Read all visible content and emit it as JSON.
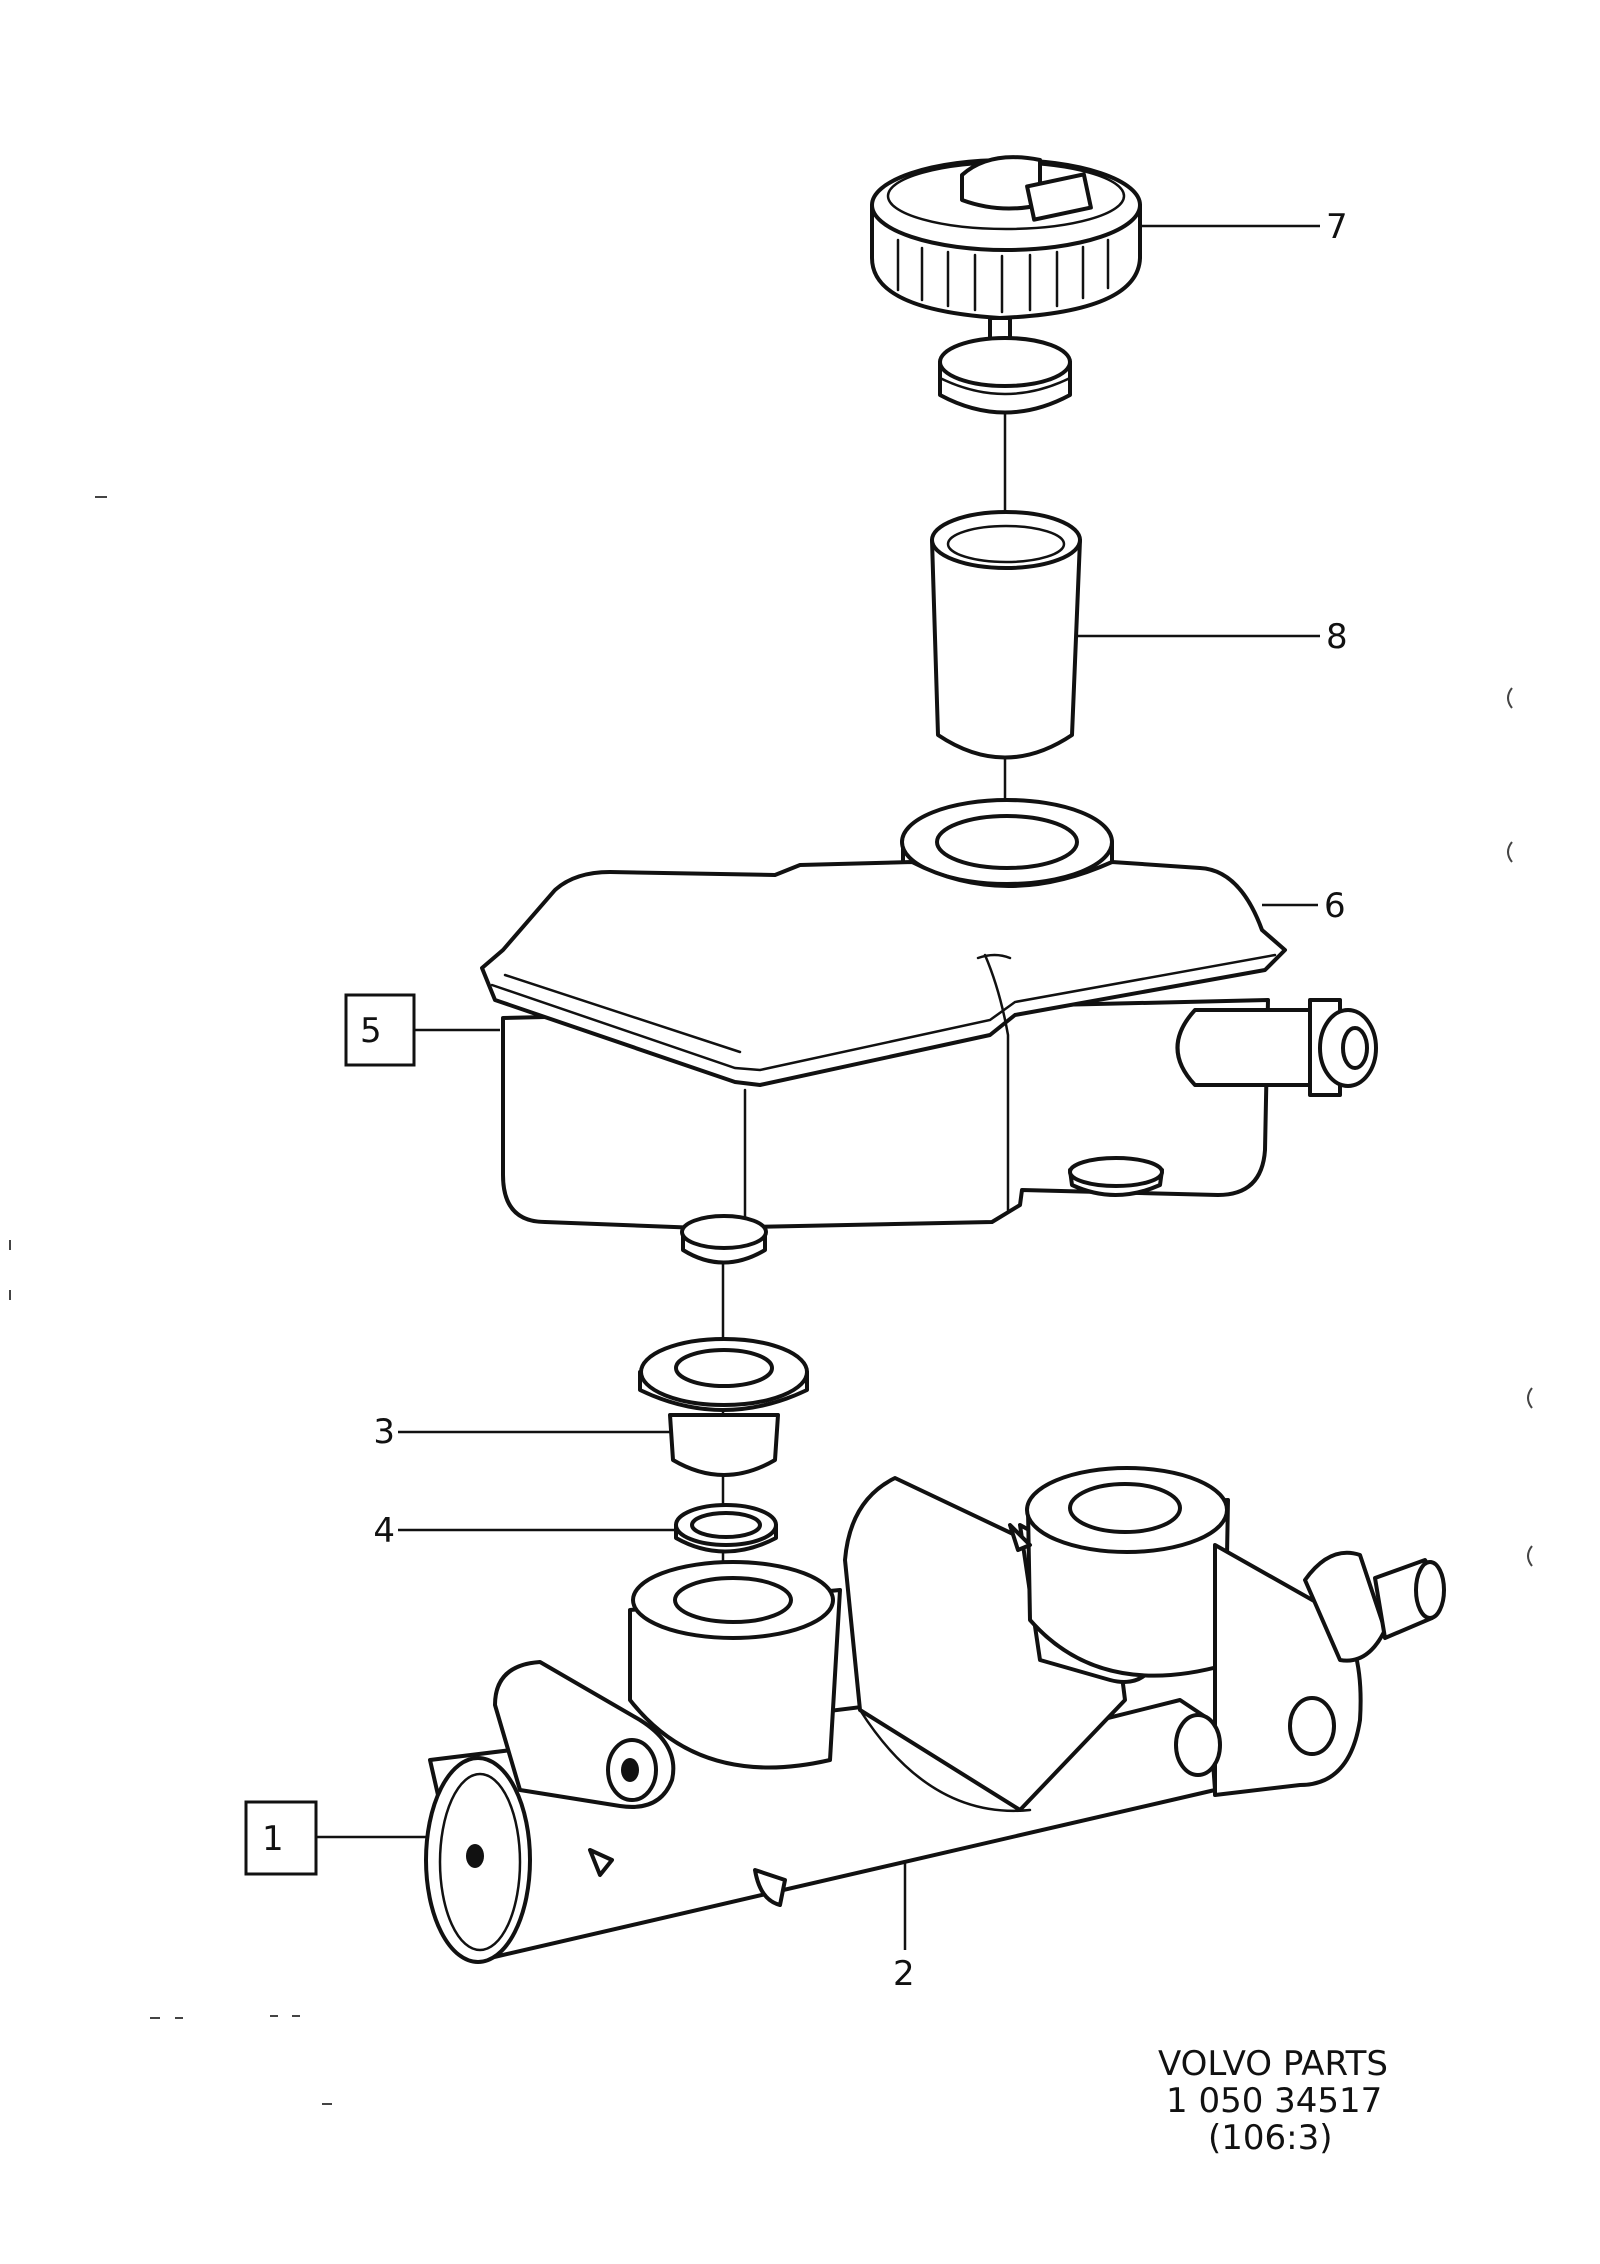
{
  "callouts": {
    "c1": "1",
    "c2": "2",
    "c3": "3",
    "c4": "4",
    "c5": "5",
    "c6": "6",
    "c7": "7",
    "c8": "8"
  },
  "footer": {
    "line1": "VOLVO  PARTS",
    "line2": "1 050  34517",
    "line3": "(106:3)"
  }
}
